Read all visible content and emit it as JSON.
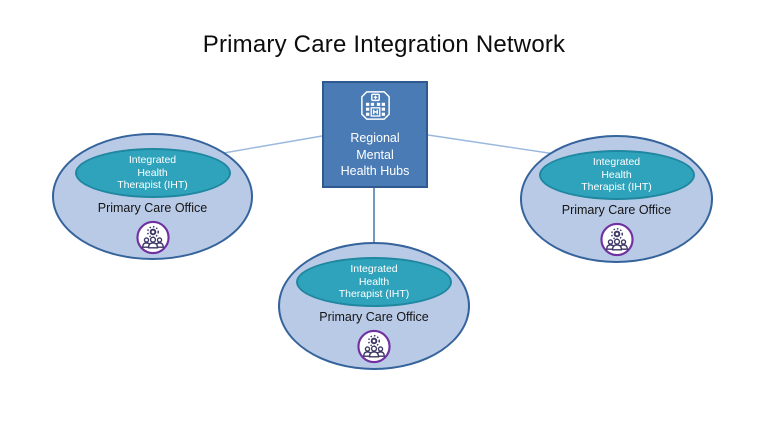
{
  "title": "Primary Care Integration Network",
  "hub": {
    "icon": "hospital-icon",
    "lines": [
      "Regional",
      "Mental",
      "Health Hubs"
    ]
  },
  "offices": [
    {
      "position": "left",
      "therapist_lines": [
        "Integrated",
        "Health",
        "Therapist (IHT)"
      ],
      "label": "Primary Care Office",
      "icon": "care-team-gear-icon"
    },
    {
      "position": "bottom",
      "therapist_lines": [
        "Integrated",
        "Health",
        "Therapist (IHT)"
      ],
      "label": "Primary Care Office",
      "icon": "care-team-gear-icon"
    },
    {
      "position": "right",
      "therapist_lines": [
        "Integrated",
        "Health",
        "Therapist (IHT)"
      ],
      "label": "Primary Care Office",
      "icon": "care-team-gear-icon"
    }
  ],
  "colors": {
    "hub_fill": "#4A7BB5",
    "hub_border": "#2E5A8F",
    "office_fill": "#B9CAE6",
    "office_border": "#35639B",
    "therapist_fill": "#2FA3BC",
    "therapist_border": "#1F87A0",
    "connector_diagonal": "#9AB8DE",
    "connector_vertical": "#4E7CB8",
    "icon_ring": "#7030A0",
    "icon_glyph": "#3B3666",
    "background": "#FFFFFF"
  }
}
